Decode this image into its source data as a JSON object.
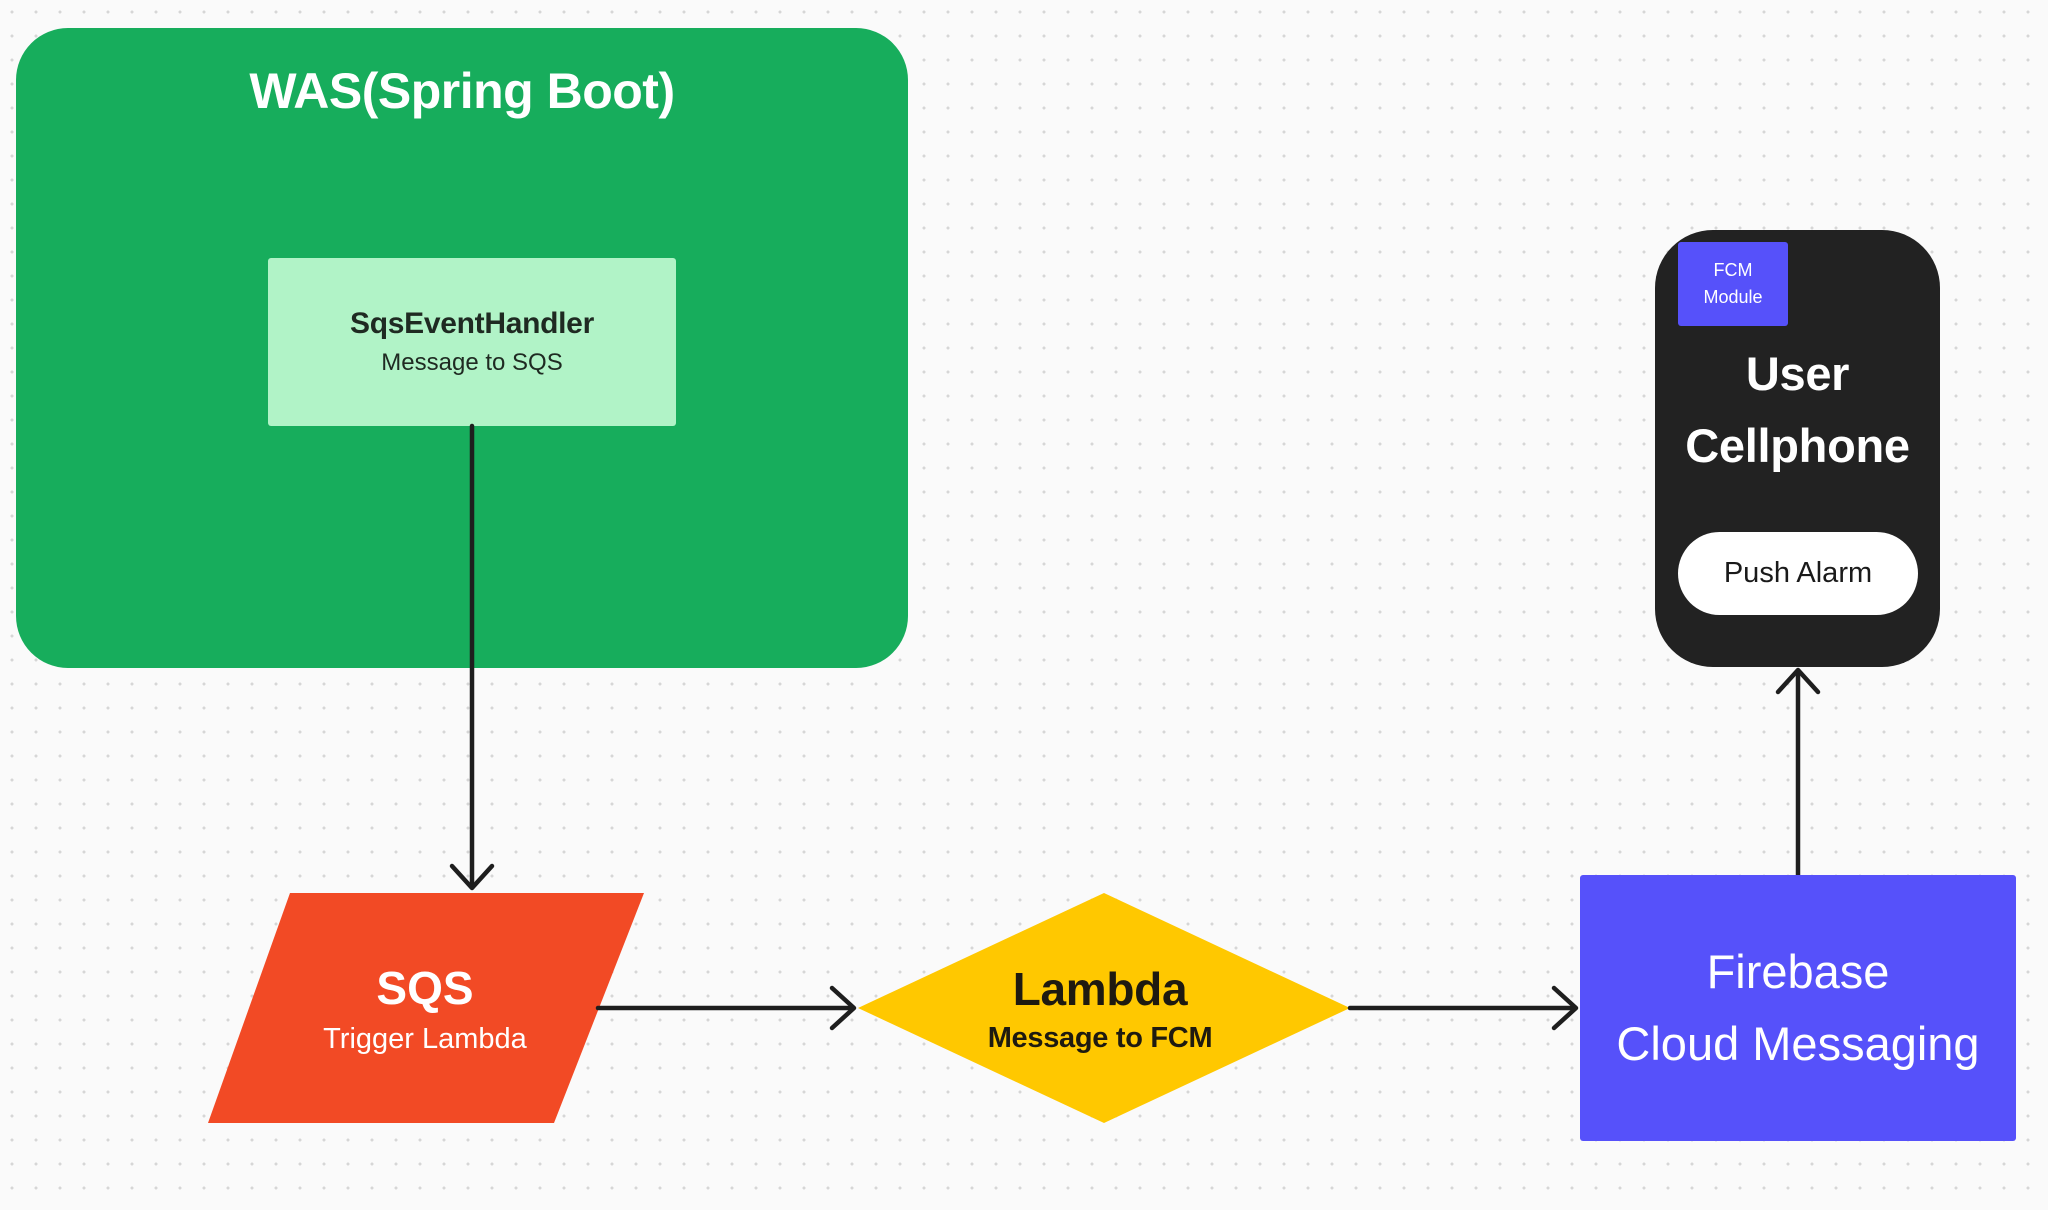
{
  "colors": {
    "was_green": "#17ad5c",
    "handler_green": "#b1f3c7",
    "sqs_red": "#f24a25",
    "lambda_yellow": "#ffc800",
    "firebase_blue": "#5651fa",
    "phone_dark": "#222222",
    "push_white": "#ffffff",
    "arrow": "#1e1e1e"
  },
  "was": {
    "title": "WAS(Spring Boot)"
  },
  "handler": {
    "title": "SqsEventHandler",
    "subtitle": "Message to SQS"
  },
  "sqs": {
    "title": "SQS",
    "subtitle": "Trigger Lambda"
  },
  "lambda": {
    "title": "Lambda",
    "subtitle": "Message to FCM"
  },
  "firebase": {
    "line1": "Firebase",
    "line2": "Cloud Messaging"
  },
  "phone": {
    "badge_line1": "FCM",
    "badge_line2": "Module",
    "title_line1": "User",
    "title_line2": "Cellphone",
    "push_label": "Push Alarm"
  }
}
